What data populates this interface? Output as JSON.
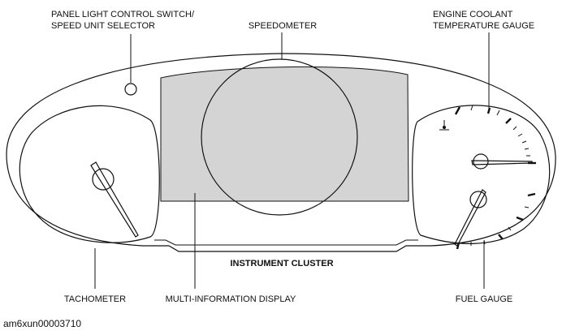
{
  "labels": {
    "panel_switch_line1": "PANEL LIGHT CONTROL SWITCH/",
    "panel_switch_line2": "SPEED UNIT SELECTOR",
    "speedometer": "SPEEDOMETER",
    "coolant_line1": "ENGINE COOLANT",
    "coolant_line2": "TEMPERATURE GAUGE",
    "instrument_cluster": "INSTRUMENT CLUSTER",
    "tachometer": "TACHOMETER",
    "multi_info_display": "MULTI-INFORMATION DISPLAY",
    "fuel_gauge": "FUEL GAUGE"
  },
  "figure_code": "am6xun00003710",
  "colors": {
    "display_fill": "#d4d4d4",
    "line": "#111111",
    "background": "#ffffff"
  },
  "icons": {
    "coolant_symbol": "thermometer-in-water-icon"
  }
}
